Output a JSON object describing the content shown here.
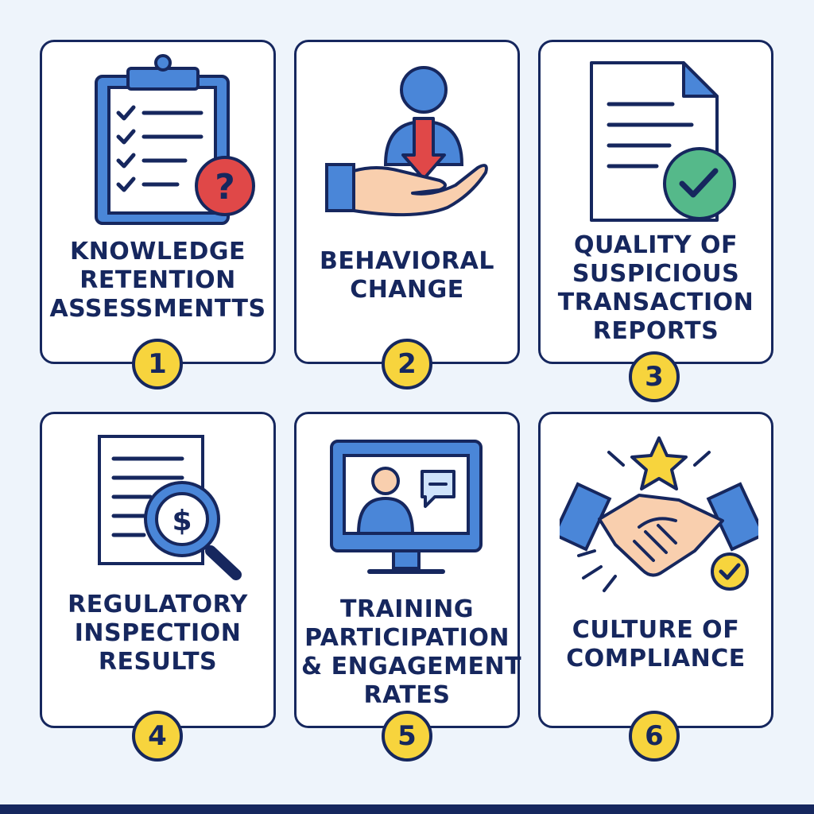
{
  "colors": {
    "navy": "#16275e",
    "blue": "#4a86d8",
    "yellow": "#f7d43d",
    "red": "#e04848",
    "green": "#55b98a",
    "skin": "#f9cfae",
    "background": "#eef4fb"
  },
  "cards": [
    {
      "number": "1",
      "icon": "clipboard-checklist-question-icon",
      "lines": [
        "KNOWLEDGE",
        "RETENTION",
        "ASSESSMENTTS"
      ]
    },
    {
      "number": "2",
      "icon": "hand-person-down-arrow-icon",
      "lines": [
        "BEHAVIORAL",
        "CHANGE"
      ]
    },
    {
      "number": "3",
      "icon": "document-checkmark-icon",
      "lines": [
        "QUALITY OF",
        "SUSPICIOUS",
        "TRANSACTION",
        "REPORTS"
      ]
    },
    {
      "number": "4",
      "icon": "document-magnifier-dollar-icon",
      "lines": [
        "REGULATORY",
        "INSPECTION",
        "RESULTS"
      ]
    },
    {
      "number": "5",
      "icon": "monitor-video-chat-icon",
      "lines": [
        "TRAINING",
        "PARTICIPATION",
        "& ENGAGEMENT",
        "RATES"
      ]
    },
    {
      "number": "6",
      "icon": "handshake-star-icon",
      "lines": [
        "CULTURE OF",
        "COMPLIANCE"
      ]
    }
  ]
}
